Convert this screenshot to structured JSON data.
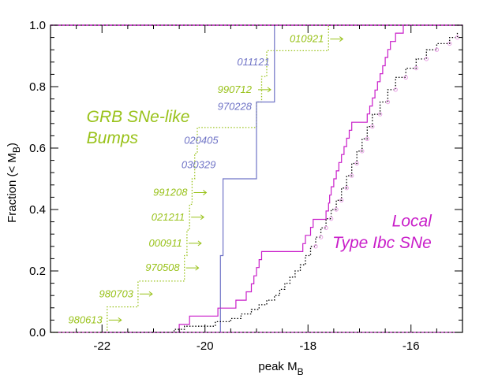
{
  "chart_data": {
    "type": "line",
    "xlabel": "peak M",
    "xlabel_sub": "B",
    "ylabel": "Fraction (< M",
    "ylabel_sub": "B",
    "ylabel_close": ")",
    "xlim": [
      -23,
      -15
    ],
    "ylim": [
      0,
      1
    ],
    "x_ticks": [
      -22,
      -20,
      -18,
      -16
    ],
    "x_tick_labels": [
      "-22",
      "-20",
      "-18",
      "-16"
    ],
    "y_ticks": [
      0,
      0.2,
      0.4,
      0.6,
      0.8,
      1.0
    ],
    "y_tick_labels": [
      "0.0",
      "0.2",
      "0.4",
      "0.6",
      "0.8",
      "1.0"
    ],
    "colors": {
      "grb_bump": "#99c21a",
      "grb_sne": "#6f73c6",
      "local": "#c91ec9",
      "local_model": "#000000",
      "local_model_marker": "#e9a2e6",
      "axes": "#000000",
      "frame_top": "#c91ec9"
    },
    "annotations": [
      {
        "id": "grb-bumps-label",
        "lines": [
          "GRB SNe-like",
          "Bumps"
        ],
        "color_key": "grb_bump",
        "x": -22.3,
        "y1": 0.685,
        "y2": 0.615
      },
      {
        "id": "local-label",
        "lines": [
          "Local",
          "Type Ibc SNe"
        ],
        "color_key": "local",
        "x": -15.6,
        "y1": 0.345,
        "y2": 0.275
      }
    ],
    "series": [
      {
        "id": "grb-bumps",
        "style": "dotted",
        "color_key": "grb_bump",
        "points": [
          [
            -23.0,
            0.0
          ],
          [
            -21.9,
            0.0
          ],
          [
            -21.9,
            0.083
          ],
          [
            -21.3,
            0.083
          ],
          [
            -21.3,
            0.167
          ],
          [
            -20.4,
            0.167
          ],
          [
            -20.4,
            0.25
          ],
          [
            -20.35,
            0.25
          ],
          [
            -20.35,
            0.333
          ],
          [
            -20.3,
            0.333
          ],
          [
            -20.3,
            0.417
          ],
          [
            -20.25,
            0.417
          ],
          [
            -20.25,
            0.5
          ],
          [
            -20.2,
            0.5
          ],
          [
            -20.2,
            0.583
          ],
          [
            -20.15,
            0.583
          ],
          [
            -20.15,
            0.667
          ],
          [
            -19.0,
            0.667
          ],
          [
            -19.0,
            0.75
          ],
          [
            -18.9,
            0.75
          ],
          [
            -18.9,
            0.833
          ],
          [
            -18.8,
            0.833
          ],
          [
            -18.8,
            0.917
          ],
          [
            -17.6,
            0.917
          ],
          [
            -17.6,
            1.0
          ]
        ]
      },
      {
        "id": "grb-sne",
        "style": "solid",
        "color_key": "grb_sne",
        "points": [
          [
            -19.7,
            0.0
          ],
          [
            -19.7,
            0.25
          ],
          [
            -19.65,
            0.25
          ],
          [
            -19.65,
            0.5
          ],
          [
            -19.0,
            0.5
          ],
          [
            -19.0,
            0.75
          ],
          [
            -18.65,
            0.75
          ],
          [
            -18.65,
            1.0
          ]
        ]
      },
      {
        "id": "local",
        "style": "solid",
        "color_key": "local",
        "points": [
          [
            -20.5,
            0.0
          ],
          [
            -20.5,
            0.026
          ],
          [
            -20.3,
            0.026
          ],
          [
            -20.3,
            0.053
          ],
          [
            -19.75,
            0.053
          ],
          [
            -19.75,
            0.079
          ],
          [
            -19.4,
            0.079
          ],
          [
            -19.4,
            0.105
          ],
          [
            -19.2,
            0.105
          ],
          [
            -19.2,
            0.132
          ],
          [
            -19.1,
            0.132
          ],
          [
            -19.1,
            0.158
          ],
          [
            -19.05,
            0.158
          ],
          [
            -19.05,
            0.184
          ],
          [
            -19.0,
            0.184
          ],
          [
            -19.0,
            0.211
          ],
          [
            -18.95,
            0.211
          ],
          [
            -18.95,
            0.237
          ],
          [
            -18.9,
            0.237
          ],
          [
            -18.9,
            0.263
          ],
          [
            -18.1,
            0.263
          ],
          [
            -18.1,
            0.289
          ],
          [
            -18.05,
            0.289
          ],
          [
            -18.05,
            0.316
          ],
          [
            -17.95,
            0.316
          ],
          [
            -17.95,
            0.342
          ],
          [
            -17.9,
            0.342
          ],
          [
            -17.9,
            0.368
          ],
          [
            -17.65,
            0.368
          ],
          [
            -17.65,
            0.395
          ],
          [
            -17.6,
            0.395
          ],
          [
            -17.6,
            0.421
          ],
          [
            -17.58,
            0.421
          ],
          [
            -17.58,
            0.447
          ],
          [
            -17.55,
            0.447
          ],
          [
            -17.55,
            0.474
          ],
          [
            -17.5,
            0.474
          ],
          [
            -17.5,
            0.5
          ],
          [
            -17.45,
            0.5
          ],
          [
            -17.45,
            0.526
          ],
          [
            -17.4,
            0.526
          ],
          [
            -17.4,
            0.553
          ],
          [
            -17.35,
            0.553
          ],
          [
            -17.35,
            0.579
          ],
          [
            -17.3,
            0.579
          ],
          [
            -17.3,
            0.605
          ],
          [
            -17.25,
            0.605
          ],
          [
            -17.25,
            0.632
          ],
          [
            -17.2,
            0.632
          ],
          [
            -17.2,
            0.658
          ],
          [
            -17.15,
            0.658
          ],
          [
            -17.15,
            0.684
          ],
          [
            -16.85,
            0.684
          ],
          [
            -16.85,
            0.711
          ],
          [
            -16.8,
            0.711
          ],
          [
            -16.8,
            0.737
          ],
          [
            -16.75,
            0.737
          ],
          [
            -16.75,
            0.763
          ],
          [
            -16.7,
            0.763
          ],
          [
            -16.7,
            0.789
          ],
          [
            -16.65,
            0.789
          ],
          [
            -16.65,
            0.816
          ],
          [
            -16.6,
            0.816
          ],
          [
            -16.6,
            0.842
          ],
          [
            -16.55,
            0.842
          ],
          [
            -16.55,
            0.868
          ],
          [
            -16.5,
            0.868
          ],
          [
            -16.5,
            0.895
          ],
          [
            -16.45,
            0.895
          ],
          [
            -16.45,
            0.921
          ],
          [
            -16.4,
            0.921
          ],
          [
            -16.4,
            0.947
          ],
          [
            -16.3,
            0.947
          ],
          [
            -16.3,
            0.974
          ],
          [
            -16.15,
            0.974
          ],
          [
            -16.15,
            1.0
          ]
        ]
      },
      {
        "id": "local-model",
        "style": "dotted",
        "color_key": "local_model",
        "markers": true,
        "points": [
          [
            -22.0,
            0.0
          ],
          [
            -20.6,
            0.0
          ],
          [
            -20.6,
            0.01
          ],
          [
            -20.4,
            0.01
          ],
          [
            -20.4,
            0.02
          ],
          [
            -19.8,
            0.02
          ],
          [
            -19.8,
            0.035
          ],
          [
            -19.5,
            0.035
          ],
          [
            -19.5,
            0.045
          ],
          [
            -19.3,
            0.045
          ],
          [
            -19.3,
            0.06
          ],
          [
            -19.1,
            0.06
          ],
          [
            -19.1,
            0.075
          ],
          [
            -18.95,
            0.075
          ],
          [
            -18.95,
            0.09
          ],
          [
            -18.8,
            0.09
          ],
          [
            -18.8,
            0.105
          ],
          [
            -18.65,
            0.105
          ],
          [
            -18.65,
            0.12
          ],
          [
            -18.55,
            0.12
          ],
          [
            -18.55,
            0.14
          ],
          [
            -18.45,
            0.14
          ],
          [
            -18.45,
            0.16
          ],
          [
            -18.35,
            0.16
          ],
          [
            -18.35,
            0.18
          ],
          [
            -18.25,
            0.18
          ],
          [
            -18.25,
            0.2
          ],
          [
            -18.15,
            0.2
          ],
          [
            -18.15,
            0.22
          ],
          [
            -18.05,
            0.22
          ],
          [
            -18.05,
            0.25
          ],
          [
            -17.95,
            0.25
          ],
          [
            -17.95,
            0.28
          ],
          [
            -17.85,
            0.28
          ],
          [
            -17.85,
            0.31
          ],
          [
            -17.75,
            0.31
          ],
          [
            -17.75,
            0.34
          ],
          [
            -17.65,
            0.34
          ],
          [
            -17.65,
            0.37
          ],
          [
            -17.55,
            0.37
          ],
          [
            -17.55,
            0.4
          ],
          [
            -17.45,
            0.4
          ],
          [
            -17.45,
            0.43
          ],
          [
            -17.35,
            0.43
          ],
          [
            -17.35,
            0.47
          ],
          [
            -17.25,
            0.47
          ],
          [
            -17.25,
            0.51
          ],
          [
            -17.15,
            0.51
          ],
          [
            -17.15,
            0.55
          ],
          [
            -17.05,
            0.55
          ],
          [
            -17.05,
            0.59
          ],
          [
            -16.95,
            0.59
          ],
          [
            -16.95,
            0.63
          ],
          [
            -16.85,
            0.63
          ],
          [
            -16.85,
            0.67
          ],
          [
            -16.75,
            0.67
          ],
          [
            -16.75,
            0.71
          ],
          [
            -16.6,
            0.71
          ],
          [
            -16.6,
            0.75
          ],
          [
            -16.45,
            0.75
          ],
          [
            -16.45,
            0.79
          ],
          [
            -16.3,
            0.79
          ],
          [
            -16.3,
            0.83
          ],
          [
            -16.1,
            0.83
          ],
          [
            -16.1,
            0.86
          ],
          [
            -15.9,
            0.86
          ],
          [
            -15.9,
            0.89
          ],
          [
            -15.7,
            0.89
          ],
          [
            -15.7,
            0.92
          ],
          [
            -15.5,
            0.92
          ],
          [
            -15.5,
            0.94
          ],
          [
            -15.25,
            0.94
          ],
          [
            -15.25,
            0.96
          ],
          [
            -15.1,
            0.96
          ],
          [
            -15.1,
            0.98
          ]
        ]
      }
    ],
    "grb_labels": [
      {
        "text": "980613",
        "color_key": "grb_bump",
        "x": -21.9,
        "y": 0.04,
        "arrow": true
      },
      {
        "text": "980703",
        "color_key": "grb_bump",
        "x": -21.3,
        "y": 0.125,
        "arrow": true
      },
      {
        "text": "970508",
        "color_key": "grb_bump",
        "x": -20.4,
        "y": 0.21,
        "arrow": true
      },
      {
        "text": "000911",
        "color_key": "grb_bump",
        "x": -20.35,
        "y": 0.29,
        "arrow": true
      },
      {
        "text": "021211",
        "color_key": "grb_bump",
        "x": -20.3,
        "y": 0.375,
        "arrow": true
      },
      {
        "text": "991208",
        "color_key": "grb_bump",
        "x": -20.25,
        "y": 0.455,
        "arrow": true
      },
      {
        "text": "030329",
        "color_key": "grb_sne",
        "x": -19.7,
        "y": 0.545,
        "arrow": false
      },
      {
        "text": "020405",
        "color_key": "grb_sne",
        "x": -19.65,
        "y": 0.625,
        "arrow": false
      },
      {
        "text": "970228",
        "color_key": "grb_sne",
        "x": -19.0,
        "y": 0.735,
        "arrow": false
      },
      {
        "text": "990712",
        "color_key": "grb_bump",
        "x": -19.0,
        "y": 0.79,
        "arrow": true
      },
      {
        "text": "011121",
        "color_key": "grb_sne",
        "x": -18.65,
        "y": 0.88,
        "arrow": false
      },
      {
        "text": "010921",
        "color_key": "grb_bump",
        "x": -17.6,
        "y": 0.955,
        "arrow": true
      }
    ]
  }
}
